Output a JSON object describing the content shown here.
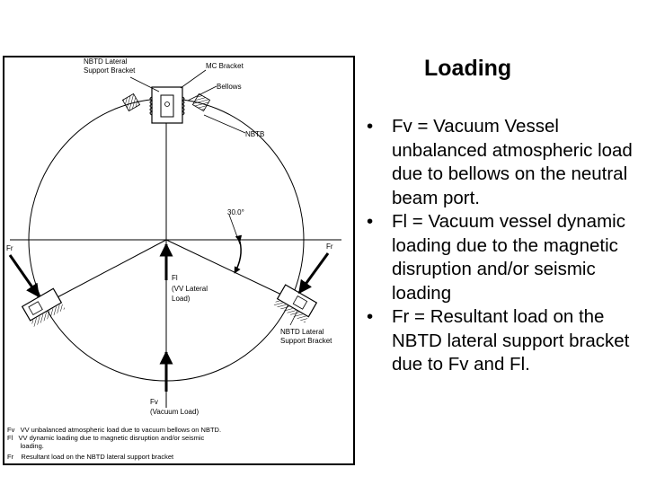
{
  "slide": {
    "title": "Loading",
    "bullets": [
      {
        "bullet": "•",
        "text": "Fv = Vacuum Vessel unbalanced atmospheric load due to bellows on the neutral beam port."
      },
      {
        "bullet": "•",
        "text": "Fl = Vacuum vessel dynamic loading due to the magnetic disruption and/or seismic loading"
      },
      {
        "bullet": "•",
        "text": "Fr = Resultant load on the NBTD lateral support bracket due to Fv and Fl."
      }
    ]
  },
  "diagram": {
    "labels": {
      "nbtd_lateral_line1": "NBTD Lateral",
      "nbtd_lateral_line2": "Support Bracket",
      "mc_bracket": "MC Bracket",
      "bellows": "Bellows",
      "nbtb": "NBTB",
      "angle": "30.0°",
      "fr_right": "Fr",
      "fr_left": "Fr",
      "fl": "Fl",
      "fl_desc_line1": "(VV Lateral",
      "fl_desc_line2": "Load)",
      "nbtd_lateral_bottom_line1": "NBTD Lateral",
      "nbtd_lateral_bottom_line2": "Support Bracket",
      "fv": "Fv",
      "fv_desc": "(Vacuum Load)"
    },
    "legend": [
      "Fv   VV unbalanced atmospheric load due to vacuum bellows on NBTD.",
      "Fl   VV dynamic loading due to magnetic disruption and/or seismic",
      "       loading.",
      "Fr    Resultant load on the NBTD lateral support bracket"
    ]
  }
}
